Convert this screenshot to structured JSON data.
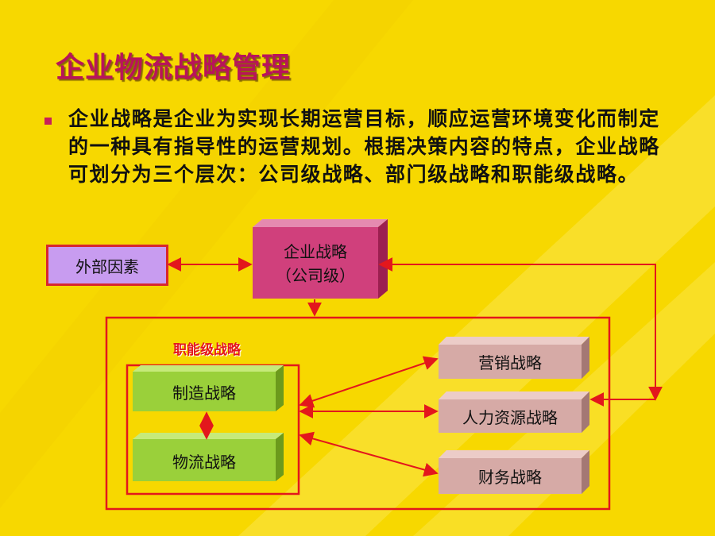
{
  "slide": {
    "title": "企业物流战略管理",
    "paragraph": "企业战略是企业为实现长期运营目标，顺应运营环境变化而制定的一种具有指导性的运营规划。根据决策内容的特点，企业战略可划分为三个层次：公司级战略、部门级战略和职能级战略。"
  },
  "diagram": {
    "external": "外部因素",
    "corporate": {
      "line1": "企业战略",
      "line2": "（公司级）"
    },
    "functional_label": "职能级战略",
    "manufacturing": "制造战略",
    "logistics": "物流战略",
    "marketing": "营销战略",
    "hr": "人力资源战略",
    "finance": "财务战略"
  },
  "colors": {
    "background": "#f7d800",
    "title": "#b8145a",
    "border_red": "#d8262e",
    "corporate_box": "#d0407c",
    "external_box": "#c89cf0",
    "green_box": "#9ad03a",
    "pink_box": "#d6aaa6"
  }
}
